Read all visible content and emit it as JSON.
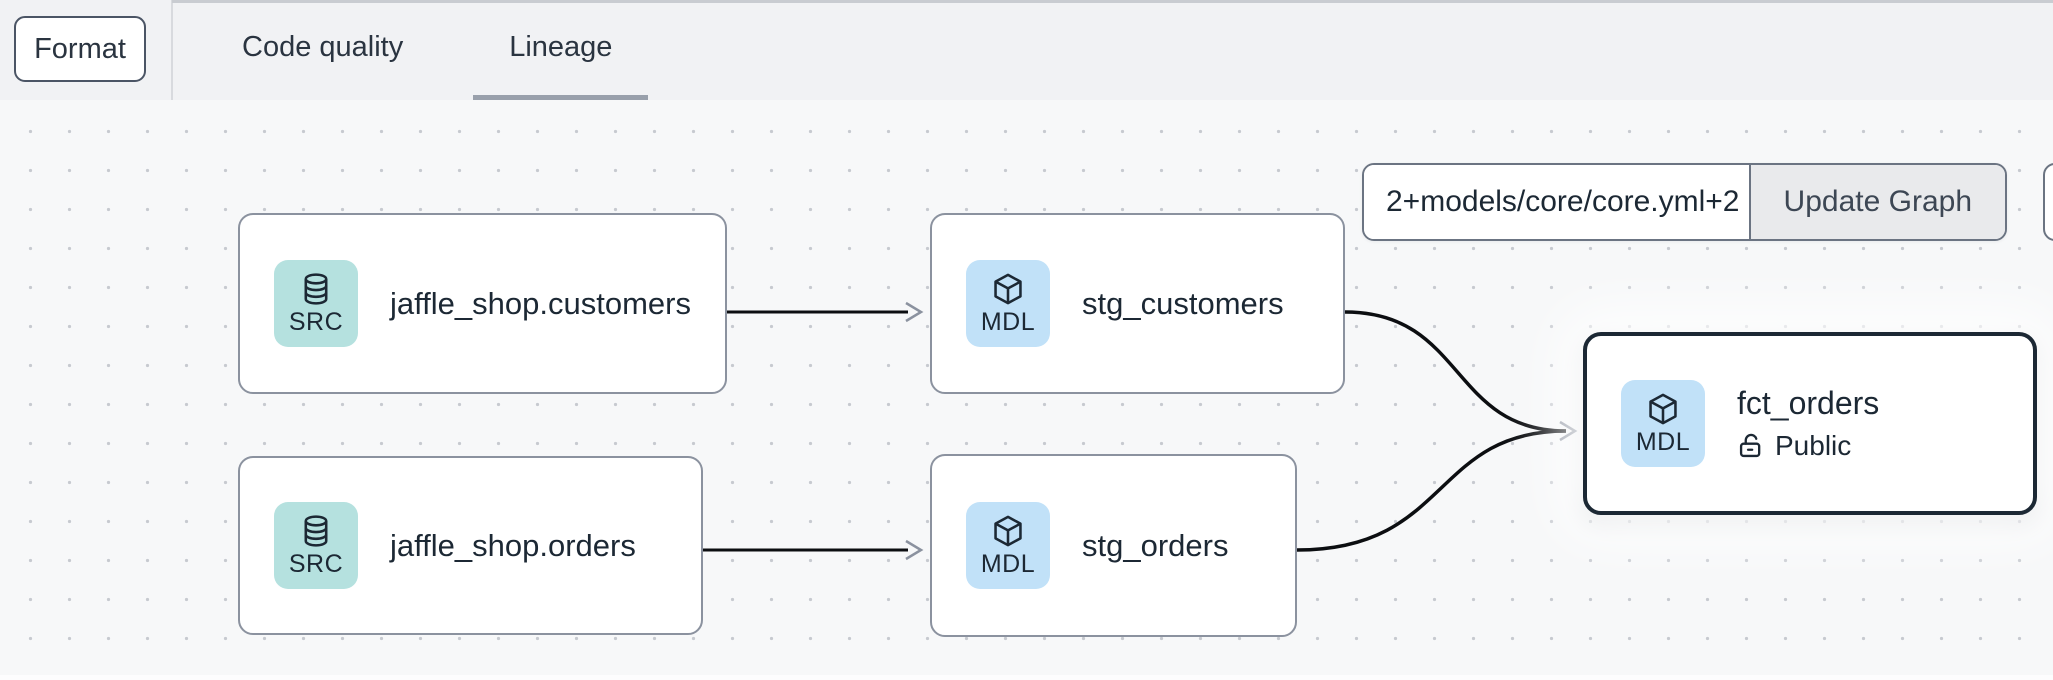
{
  "header": {
    "format_button_label": "Format",
    "tabs": [
      {
        "label": "Code quality",
        "active": false
      },
      {
        "label": "Lineage",
        "active": true
      }
    ]
  },
  "toolbar": {
    "selector_input_value": "2+models/core/core.yml+2",
    "update_graph_label": "Update Graph"
  },
  "graph": {
    "nodes": [
      {
        "id": "jaffle_shop.customers",
        "badge": "SRC",
        "icon": "database-icon",
        "label": "jaffle_shop.customers",
        "selected": false
      },
      {
        "id": "stg_customers",
        "badge": "MDL",
        "icon": "cube-icon",
        "label": "stg_customers",
        "selected": false
      },
      {
        "id": "jaffle_shop.orders",
        "badge": "SRC",
        "icon": "database-icon",
        "label": "jaffle_shop.orders",
        "selected": false
      },
      {
        "id": "stg_orders",
        "badge": "MDL",
        "icon": "cube-icon",
        "label": "stg_orders",
        "selected": false
      },
      {
        "id": "fct_orders",
        "badge": "MDL",
        "icon": "cube-icon",
        "label": "fct_orders",
        "access": "Public",
        "access_icon": "unlock-icon",
        "selected": true
      }
    ],
    "edges": [
      {
        "from": "jaffle_shop.customers",
        "to": "stg_customers"
      },
      {
        "from": "jaffle_shop.orders",
        "to": "stg_orders"
      },
      {
        "from": "stg_customers",
        "to": "fct_orders"
      },
      {
        "from": "stg_orders",
        "to": "fct_orders"
      }
    ]
  },
  "colors": {
    "source_badge_bg": "#b5e1df",
    "model_badge_bg": "#c1e1f8",
    "node_border": "#8b929f",
    "selected_node_border": "#1c2834",
    "text_dark": "#1c2834",
    "tab_underline": "#99a0ab",
    "header_bg": "#f1f2f4",
    "canvas_bg": "#f7f8f9",
    "edge_line": "#0c0e11",
    "edge_arrow": "#8b929f"
  }
}
